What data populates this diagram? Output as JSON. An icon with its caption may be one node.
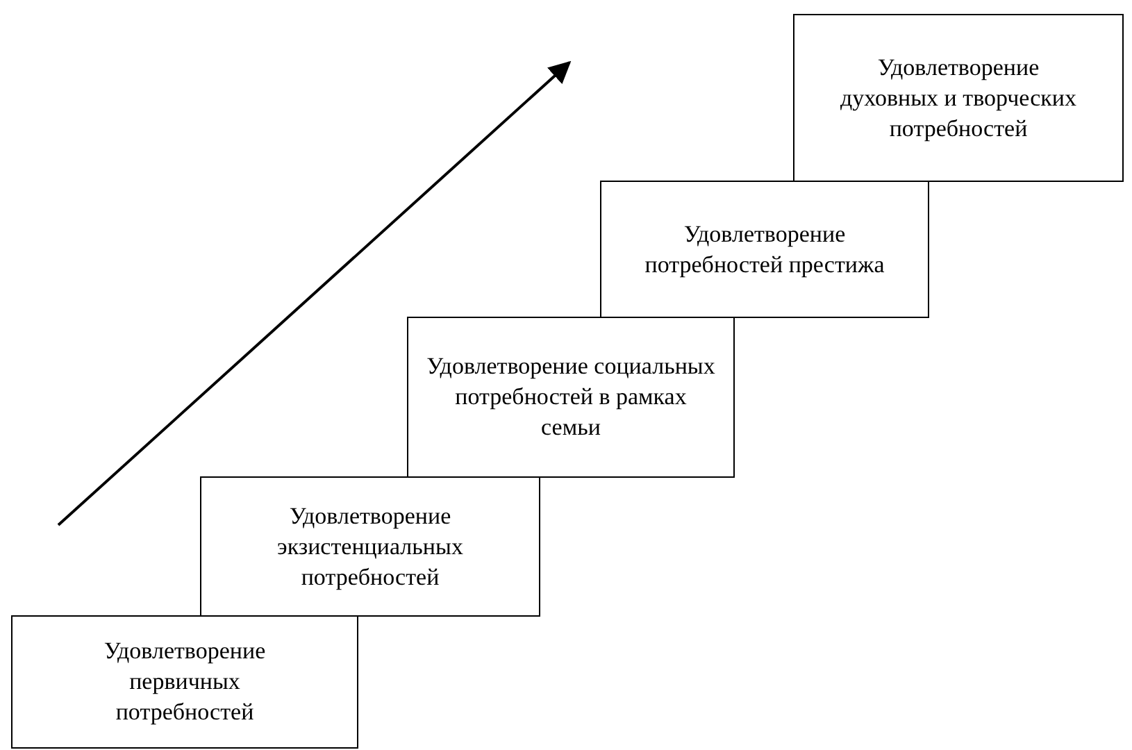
{
  "diagram": {
    "nodes": [
      {
        "text": [
          "Удовлетворение первичных потребностей"
        ]
      },
      {
        "text": [
          "Удовлетворение экзистенциальных потребностей"
        ]
      },
      {
        "text": [
          "Удовлетворение социальных потребностей в рамках семьи"
        ]
      },
      {
        "text": [
          "Удовлетворение потребностей престижа"
        ]
      },
      {
        "text": [
          "Удовлетворение духовных и творческих потребностей"
        ]
      }
    ]
  }
}
